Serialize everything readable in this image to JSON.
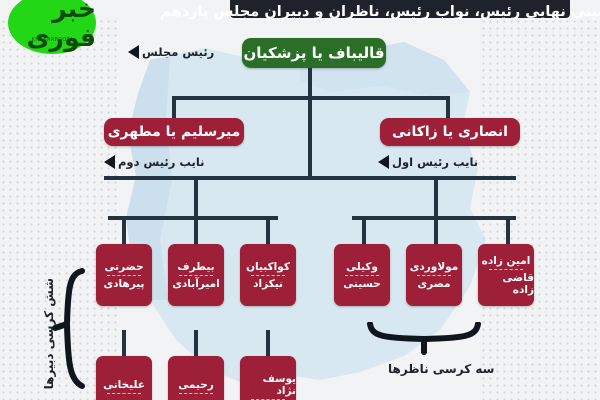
{
  "banner": {
    "title": "پیش بینی نهایی رئیس، نواب رئیس، ناظران و دبیران مجلس یازدهم"
  },
  "logo": {
    "name": "خبر فوری",
    "latin": "KHABARFOORI"
  },
  "tree": {
    "root": {
      "label": "قالیباف یا پزشکیان",
      "role": "رئیس مجلس"
    },
    "deputies": [
      {
        "label": "انصاری یا زاکانی",
        "role": "نایب رئیس اول"
      },
      {
        "label": "میرسلیم یا مطهری",
        "role": "نایب رئیس دوم"
      }
    ],
    "supervisors": {
      "caption": "سه کرسی ناظرها",
      "items": [
        {
          "top": "امین زاده",
          "bottom": "قاضی زاده"
        },
        {
          "top": "مولاوردی",
          "bottom": "مصری"
        },
        {
          "top": "وکیلی",
          "bottom": "حسینی"
        }
      ]
    },
    "secretaries": {
      "caption": "شش کرسی دبیرها",
      "row1": [
        {
          "top": "کواکبیان",
          "bottom": "نیکزاد"
        },
        {
          "top": "بیطرف",
          "bottom": "امیرآبادی"
        },
        {
          "top": "حضرتی",
          "bottom": "پیرهادی"
        }
      ],
      "row2": [
        {
          "top": "یوسف نژاد",
          "bottom": ""
        },
        {
          "top": "رحیمی",
          "bottom": ""
        },
        {
          "top": "علیخانی",
          "bottom": ""
        }
      ]
    }
  },
  "colors": {
    "green": "#2a6e28",
    "maroon": "#9e1f38",
    "banner": "#1d222b",
    "line": "#243340",
    "map": "#d6e7f0",
    "background": "#f2f3f4",
    "logo": "#22d715"
  }
}
